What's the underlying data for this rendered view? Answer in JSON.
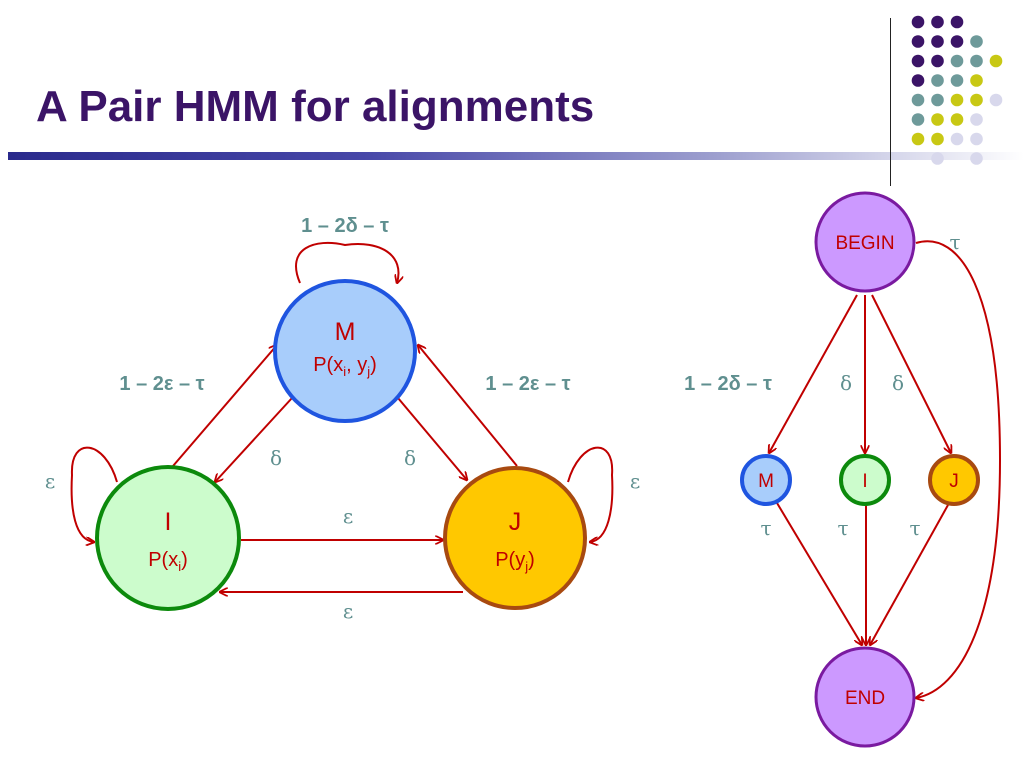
{
  "title": "A Pair HMM for alignments",
  "colors": {
    "title": "#3b1467",
    "arrow": "#c00000",
    "label": "#5f8f8f",
    "node_text": "#c00000",
    "M_fill": "#a8cdfb",
    "M_stroke": "#1f55e0",
    "I_fill": "#ccfccc",
    "I_stroke": "#0c8a0c",
    "J_fill": "#ffc800",
    "J_stroke": "#a84a10",
    "begin_end_fill": "#cc99ff",
    "begin_end_stroke": "#7a1aa0",
    "dot_purple": "#3b1467",
    "dot_teal": "#6e9a9a",
    "dot_yellow": "#c8c814",
    "dot_lilac": "#d8d8ec"
  },
  "left_model": {
    "M": {
      "name": "M",
      "emission": {
        "base": "P(x",
        "sub1": "i",
        "mid": ", y",
        "sub2": "j",
        "end": ")"
      }
    },
    "I": {
      "name": "I",
      "emission": {
        "base": "P(x",
        "sub": "i",
        "end": ")"
      }
    },
    "J": {
      "name": "J",
      "emission": {
        "base": "P(y",
        "sub": "j",
        "end": ")"
      }
    },
    "labels": {
      "m_self": "1 – 2δ – τ",
      "i_to_m": "1 – 2ε – τ",
      "j_to_m": "1 – 2ε – τ",
      "m_to_i": "δ",
      "m_to_j": "δ",
      "i_self": "ε",
      "j_self": "ε",
      "i_to_j": "ε",
      "j_to_i": "ε"
    }
  },
  "right_model": {
    "begin": "BEGIN",
    "end": "END",
    "m": "M",
    "i": "I",
    "j": "J",
    "labels": {
      "begin_to_end": "τ",
      "begin_to_m": "1 – 2δ – τ",
      "begin_to_i": "δ",
      "begin_to_j": "δ",
      "m_to_end": "τ",
      "i_to_end": "τ",
      "j_to_end": "τ"
    }
  }
}
